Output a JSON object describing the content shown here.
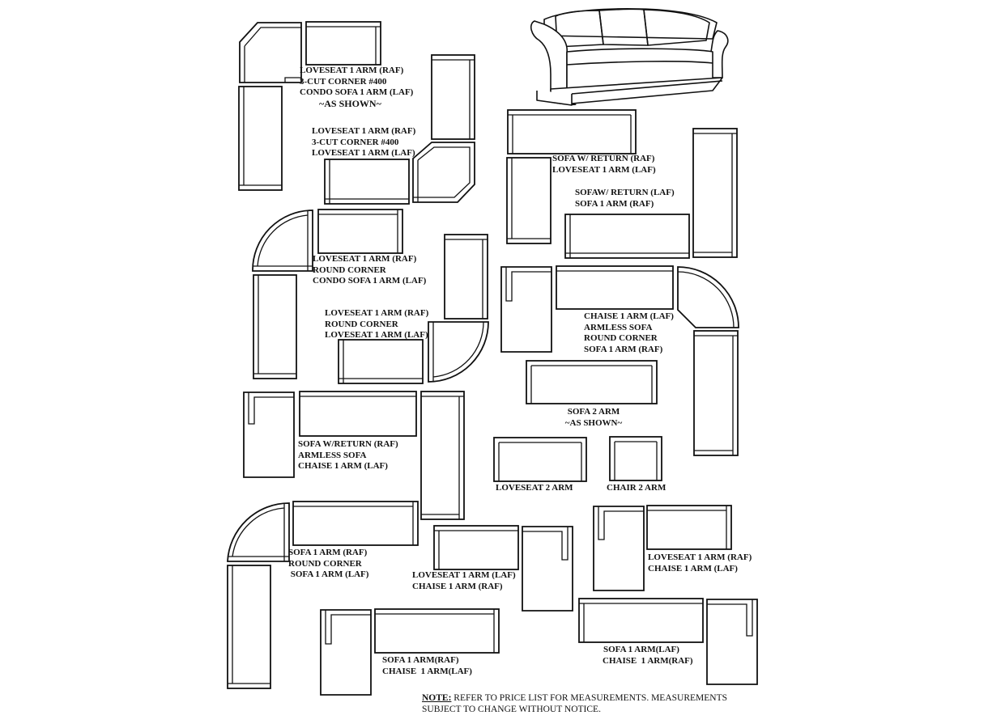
{
  "groups": {
    "g1": [
      "LOVESEAT 1 ARM (RAF)",
      "3-CUT CORNER #400",
      "CONDO SOFA 1 ARM (LAF)",
      "~AS SHOWN~"
    ],
    "g2": [
      "LOVESEAT 1 ARM (RAF)",
      "3-CUT CORNER #400",
      "LOVESEAT 1 ARM (LAF)"
    ],
    "g3": [
      "SOFA W/ RETURN (RAF)",
      "LOVESEAT  1 ARM (LAF)"
    ],
    "g4": [
      "SOFAW/ RETURN (LAF)",
      "SOFA 1 ARM (RAF)"
    ],
    "g5": [
      "LOVESEAT 1 ARM (RAF)",
      "ROUND CORNER",
      "CONDO SOFA 1 ARM (LAF)"
    ],
    "g6": [
      "LOVESEAT 1 ARM (RAF)",
      "ROUND CORNER",
      "LOVESEAT 1 ARM (LAF)"
    ],
    "g7": [
      "CHAISE 1 ARM (LAF)",
      "ARMLESS SOFA",
      "ROUND CORNER",
      "SOFA 1 ARM (RAF)"
    ],
    "g8": [
      "SOFA 2 ARM",
      "~AS SHOWN~"
    ],
    "g9": [
      "SOFA W/RETURN (RAF)",
      "ARMLESS SOFA",
      "CHAISE 1 ARM (LAF)"
    ],
    "g10": [
      "LOVESEAT  2 ARM"
    ],
    "g11": [
      "CHAIR 2 ARM"
    ],
    "g12": [
      "SOFA 1 ARM (RAF)",
      "ROUND CORNER",
      " SOFA 1 ARM (LAF)"
    ],
    "g13": [
      "LOVESEAT 1 ARM (LAF)",
      "CHAISE 1 ARM (RAF)"
    ],
    "g14": [
      "LOVESEAT 1 ARM (RAF)",
      "CHAISE 1 ARM (LAF)"
    ],
    "g15": [
      "SOFA 1 ARM(LAF)",
      "CHAISE  1 ARM(RAF)"
    ],
    "g16": [
      "SOFA 1 ARM(RAF)",
      "CHAISE  1 ARM(LAF)"
    ]
  },
  "note": {
    "label": "NOTE:",
    "line1": " REFER TO PRICE LIST FOR MEASUREMENTS. MEASUREMENTS",
    "line2": "SUBJECT TO CHANGE WITHOUT NOTICE."
  }
}
